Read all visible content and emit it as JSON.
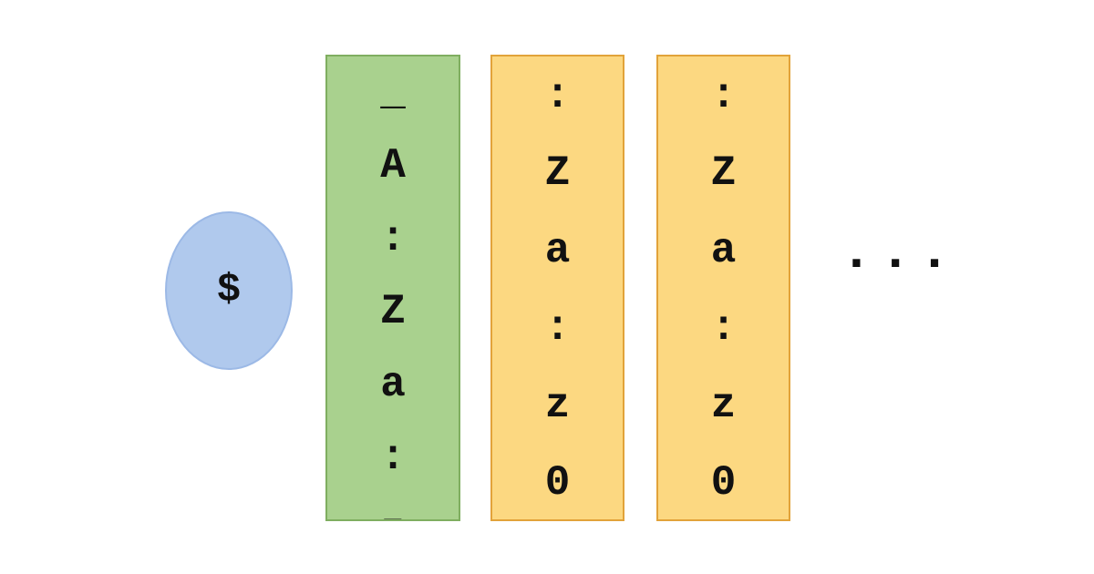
{
  "diagram": {
    "start_label": "$",
    "columns": [
      {
        "name": "first-char-class",
        "style": "green",
        "chars": [
          "_",
          "A",
          ":",
          "Z",
          "a",
          ":",
          "z"
        ]
      },
      {
        "name": "subsequent-char-class-1",
        "style": "orange",
        "chars": [
          ":",
          "Z",
          "a",
          ":",
          "z",
          "0"
        ]
      },
      {
        "name": "subsequent-char-class-2",
        "style": "orange",
        "chars": [
          ":",
          "Z",
          "a",
          ":",
          "z",
          "0"
        ]
      }
    ],
    "ellipsis": "..."
  },
  "colors": {
    "background": "#ffffff",
    "text": "#111111",
    "blue-fill": "#b0c9ed",
    "blue-border": "#9cb9e6",
    "green-fill": "#a9d18e",
    "green-border": "#7fae60",
    "orange-fill": "#fcd881",
    "orange-border": "#e2a33a"
  }
}
